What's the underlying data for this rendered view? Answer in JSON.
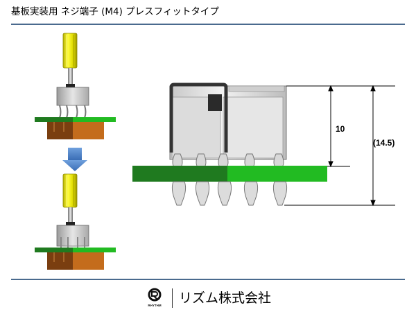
{
  "title": "基板実装用 ネジ端子 (M4) プレスフィットタイプ",
  "dimensions": {
    "inner": "10",
    "outer": "(14.5)"
  },
  "footer": {
    "logo_text": "RHYTHM",
    "company": "リズム株式会社"
  },
  "colors": {
    "rule": "#4a6a8e",
    "pcb_dark": "#1f7a1f",
    "pcb_light": "#22bb22",
    "screw_yellow": "#e8e600",
    "arrow_blue": "#4a7fc4",
    "base_brown": "#b86a1e"
  }
}
